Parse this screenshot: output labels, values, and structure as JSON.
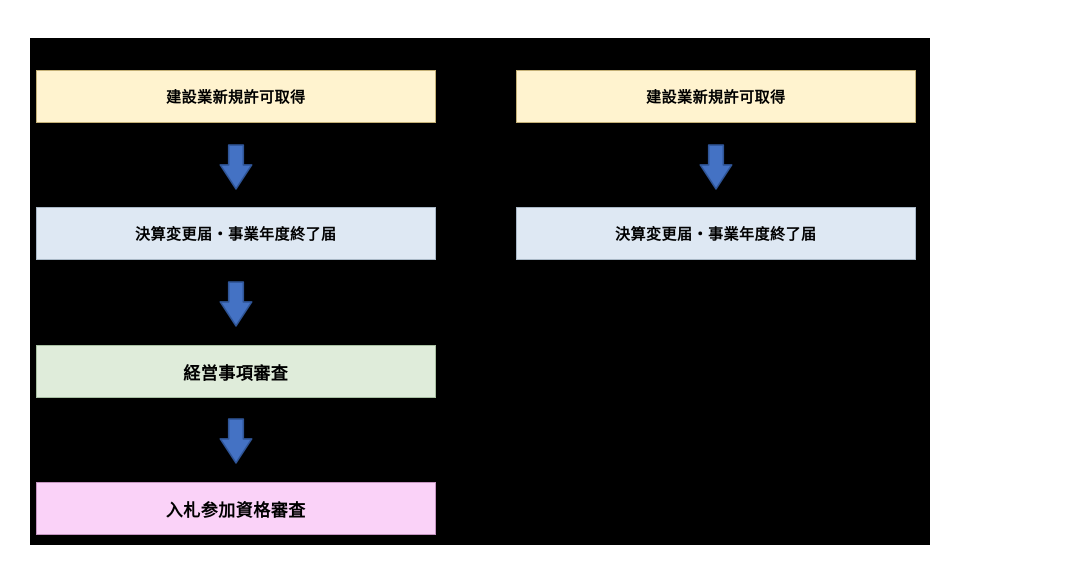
{
  "diagram": {
    "background_color": "#000000",
    "arrow": {
      "fill": "#4472C4",
      "stroke": "#2F5597",
      "direction": "down"
    },
    "left_flow": {
      "steps": [
        {
          "label": "建設業新規許可取得",
          "fill": "#FFF3CF",
          "border": "#C4B076"
        },
        {
          "label": "決算変更届・事業年度終了届",
          "fill": "#DEE8F3",
          "border": "#A9B8C6"
        },
        {
          "label": "経営事項審査",
          "fill": "#DFECDA",
          "border": "#A8C0A2"
        },
        {
          "label": "入札参加資格審査",
          "fill": "#FAD2F8",
          "border": "#C494C0"
        }
      ]
    },
    "right_flow": {
      "steps": [
        {
          "label": "建設業新規許可取得",
          "fill": "#FFF3CF",
          "border": "#C4B076"
        },
        {
          "label": "決算変更届・事業年度終了届",
          "fill": "#DEE8F3",
          "border": "#A9B8C6"
        }
      ]
    }
  }
}
